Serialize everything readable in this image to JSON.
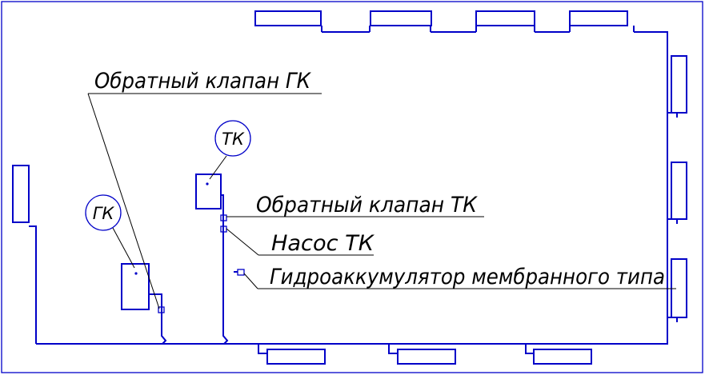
{
  "labels": {
    "check_valve_gk": "Обратный клапан ГК",
    "check_valve_tk": "Обратный клапан ТК",
    "pump_tk": "Насос ТК",
    "accumulator": "Гидроаккумулятор мембранного типа"
  },
  "boilers": {
    "gk": "ГК",
    "tk": "ТК"
  },
  "colors": {
    "line": "#0000c8",
    "leader": "#000000",
    "background": "#ffffff"
  }
}
